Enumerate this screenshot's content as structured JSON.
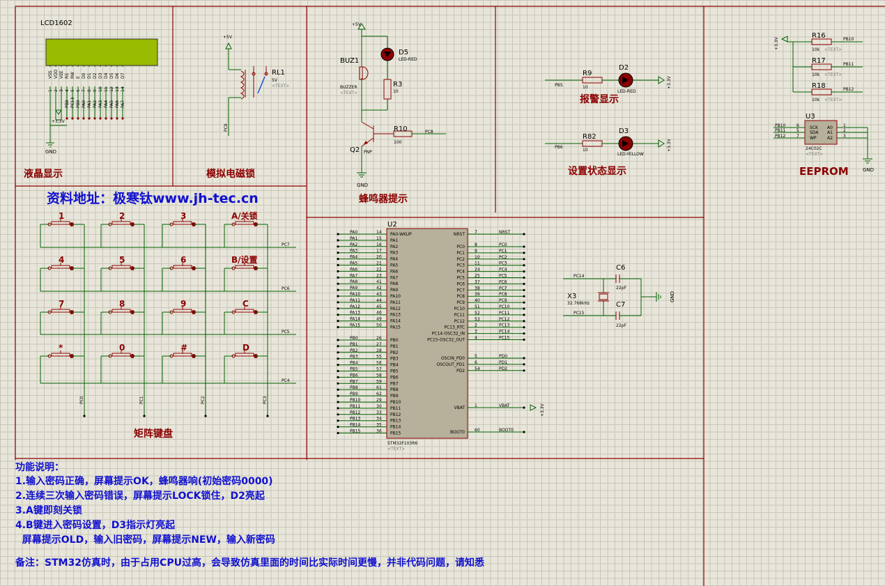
{
  "sections": {
    "lcd": "液晶显示",
    "lock": "模拟电磁锁",
    "buzzer": "蜂鸣器提示",
    "alarm": "报警显示",
    "setting": "设置状态显示",
    "eeprom": "EEPROM",
    "keypad": "矩阵键盘"
  },
  "resource_url": "资料地址：极寒钛www.jh-tec.cn",
  "notes": {
    "title": "功能说明：",
    "lines": [
      "1.输入密码正确，屏幕提示OK，蜂鸣器响(初始密码0000)",
      "2.连续三次输入密码错误，屏幕提示LOCK锁住，D2亮起",
      "3.A键即刻关锁",
      "4.B键进入密码设置，D3指示灯亮起",
      "  屏幕提示OLD，输入旧密码，屏幕提示NEW，输入新密码"
    ],
    "remark": "备注：STM32仿真时，由于占用CPU过高，会导致仿真里面的时间比实际时间更慢，并非代码问题，请知悉"
  },
  "lcd": {
    "ref": "LCD1602",
    "pins": [
      "VSS",
      "VDD",
      "VEE",
      "RS",
      "RW",
      "E",
      "D0",
      "D1",
      "D2",
      "D3",
      "D4",
      "D5",
      "D6",
      "D7"
    ],
    "pin_numbers": [
      "1",
      "2",
      "3",
      "4",
      "5",
      "6",
      "7",
      "8",
      "9",
      "10",
      "11",
      "12",
      "13",
      "14"
    ],
    "nets": [
      "PB8",
      "PC13",
      "PB9",
      "PA0",
      "PA1",
      "PA2",
      "PA3",
      "PA4",
      "PA5",
      "PA6",
      "PA7"
    ],
    "supply": "+3.3V",
    "ground": "GND",
    "lcd_color": "#99bb00"
  },
  "relay": {
    "ref": "RL1",
    "value": "5V",
    "text": "<TEXT>",
    "supply": "+5V",
    "net": "PC9"
  },
  "buzzer": {
    "supply": "+5V",
    "buz_ref": "BUZ1",
    "buz_type": "BUZZER",
    "buz_text": "<TEXT>",
    "led_ref": "D5",
    "led_type": "LED-RED",
    "r_ref": "R3",
    "r_val": "10",
    "q_ref": "Q2",
    "q_type": "PNP",
    "rb_ref": "R10",
    "rb_val": "100",
    "net": "PC8",
    "ground": "GND"
  },
  "alarm": {
    "r_ref": "R9",
    "r_val": "10",
    "net": "PB5",
    "led_ref": "D2",
    "led_type": "LED-RED",
    "supply": "+3.3V"
  },
  "setting": {
    "r_ref": "R82",
    "r_val": "10",
    "net": "PB6",
    "led_ref": "D3",
    "led_type": "LED-YELLOW",
    "supply": "+3.3V"
  },
  "eeprom": {
    "supply": "+3.3V",
    "resistors": [
      {
        "ref": "R16",
        "val": "10k",
        "text": "<TEXT>",
        "net": "PB10"
      },
      {
        "ref": "R17",
        "val": "10k",
        "text": "<TEXT>",
        "net": "PB11"
      },
      {
        "ref": "R18",
        "val": "10k",
        "text": "<TEXT>",
        "net": "PB12"
      }
    ],
    "chip_ref": "U3",
    "chip_type": "24C02C",
    "chip_text": "<TEXT>",
    "left_pins": [
      {
        "net": "PB10",
        "num": "6",
        "name": "SCK"
      },
      {
        "net": "PB11",
        "num": "5",
        "name": "SDA"
      },
      {
        "net": "PB12",
        "num": "7",
        "name": "WP"
      }
    ],
    "right_pins": [
      {
        "name": "A0",
        "num": "1"
      },
      {
        "name": "A1",
        "num": "2"
      },
      {
        "name": "A2",
        "num": "3"
      }
    ],
    "ground": "GND"
  },
  "mcu": {
    "ref": "U2",
    "type": "STM32F103R6",
    "text": "<TEXT>",
    "left_a": [
      [
        "PA0",
        "14",
        "PA0-WKUP"
      ],
      [
        "PA1",
        "15",
        "PA1"
      ],
      [
        "PA2",
        "16",
        "PA2"
      ],
      [
        "PA3",
        "17",
        "PA3"
      ],
      [
        "PA4",
        "20",
        "PA4"
      ],
      [
        "PA5",
        "21",
        "PA5"
      ],
      [
        "PA6",
        "22",
        "PA6"
      ],
      [
        "PA7",
        "23",
        "PA7"
      ],
      [
        "PA8",
        "41",
        "PA8"
      ],
      [
        "PA9",
        "42",
        "PA9"
      ],
      [
        "PA10",
        "43",
        "PA10"
      ],
      [
        "PA11",
        "44",
        "PA11"
      ],
      [
        "PA12",
        "45",
        "PA12"
      ],
      [
        "PA13",
        "46",
        "PA13"
      ],
      [
        "PA14",
        "49",
        "PA14"
      ],
      [
        "PA15",
        "50",
        "PA15"
      ]
    ],
    "left_b": [
      [
        "PB0",
        "26",
        "PB0"
      ],
      [
        "PB1",
        "27",
        "PB1"
      ],
      [
        "PB2",
        "28",
        "PB2"
      ],
      [
        "PB3",
        "55",
        "PB3"
      ],
      [
        "PB4",
        "56",
        "PB4"
      ],
      [
        "PB5",
        "57",
        "PB5"
      ],
      [
        "PB6",
        "58",
        "PB6"
      ],
      [
        "PB7",
        "59",
        "PB7"
      ],
      [
        "PB8",
        "61",
        "PB8"
      ],
      [
        "PB9",
        "62",
        "PB9"
      ],
      [
        "PB10",
        "29",
        "PB10"
      ],
      [
        "PB11",
        "30",
        "PB11"
      ],
      [
        "PB12",
        "33",
        "PB12"
      ],
      [
        "PB13",
        "34",
        "PB13"
      ],
      [
        "PB14",
        "35",
        "PB14"
      ],
      [
        "PB15",
        "36",
        "PB15"
      ]
    ],
    "right_top": [
      [
        "NRST",
        "7",
        "NRST"
      ]
    ],
    "right_c": [
      [
        "PC0",
        "8",
        "PC0"
      ],
      [
        "PC1",
        "9",
        "PC1"
      ],
      [
        "PC2",
        "10",
        "PC2"
      ],
      [
        "PC3",
        "11",
        "PC3"
      ],
      [
        "PC4",
        "24",
        "PC4"
      ],
      [
        "PC5",
        "25",
        "PC5"
      ],
      [
        "PC6",
        "37",
        "PC6"
      ],
      [
        "PC7",
        "38",
        "PC7"
      ],
      [
        "PC8",
        "39",
        "PC8"
      ],
      [
        "PC9",
        "40",
        "PC9"
      ],
      [
        "PC10",
        "51",
        "PC10"
      ],
      [
        "PC11",
        "52",
        "PC11"
      ],
      [
        "PC12",
        "53",
        "PC12"
      ],
      [
        "PC13_RTC",
        "2",
        "PC13"
      ],
      [
        "PC14-OSC32_IN",
        "3",
        "PC14"
      ],
      [
        "PC15-OSC32_OUT",
        "4",
        "PC15"
      ]
    ],
    "right_d": [
      [
        "OSCIN_PD0",
        "5",
        "PD0"
      ],
      [
        "OSCOUT_PD1",
        "6",
        "PD1"
      ],
      [
        "PD2",
        "54",
        "PD2"
      ]
    ],
    "right_bottom": [
      [
        "VBAT",
        "1",
        "VBAT"
      ],
      [
        "BOOT0",
        "60",
        "BOOT0"
      ]
    ],
    "vbat_supply": "+3.3V"
  },
  "crystal": {
    "ref": "X3",
    "freq": "32.768kHz",
    "c1_ref": "C6",
    "c1_val": "22pF",
    "c2_ref": "C7",
    "c2_val": "22pF",
    "net1": "PC14",
    "net2": "PC15",
    "ground": "GND"
  },
  "keypad": {
    "keys": [
      [
        "1",
        "2",
        "3",
        "A/关锁"
      ],
      [
        "4",
        "5",
        "6",
        "B/设置"
      ],
      [
        "7",
        "8",
        "9",
        "C"
      ],
      [
        "*",
        "0",
        "#",
        "D"
      ]
    ],
    "row_nets": [
      "PC7",
      "PC6",
      "PC5",
      "PC4"
    ],
    "col_nets": [
      "PC0",
      "PC1",
      "PC2",
      "PC3"
    ]
  }
}
